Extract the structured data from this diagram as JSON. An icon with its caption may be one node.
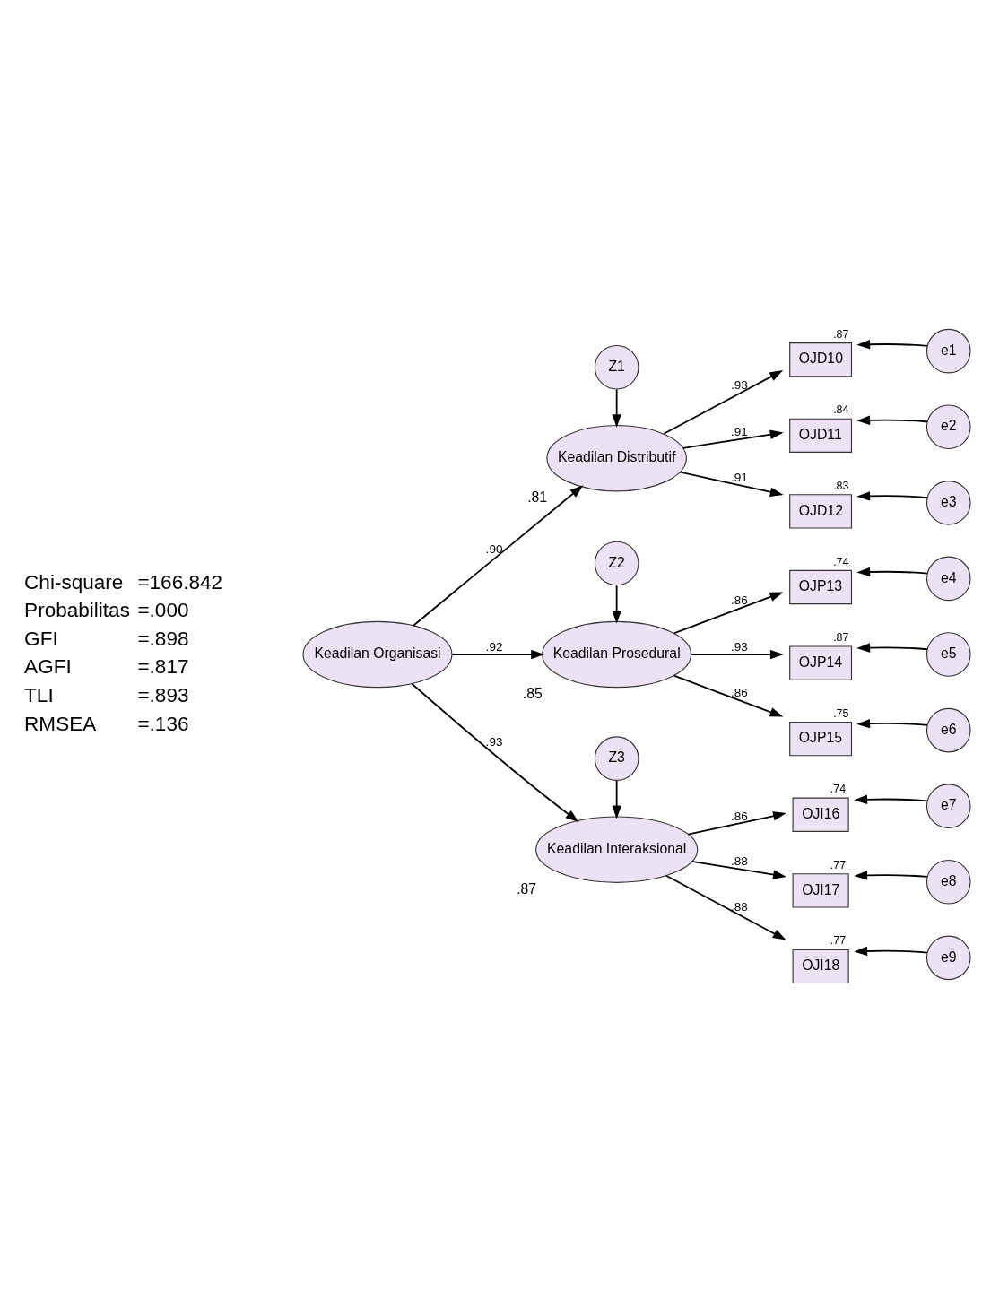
{
  "diagram": {
    "nodes": [
      {
        "text": [
          "Z1"
        ]
      },
      {
        "text": [
          "Keadilan Distributif"
        ],
        "beside": [
          ".81"
        ]
      },
      {
        "text": [
          "OJD10"
        ],
        "beside": [
          ".87"
        ]
      },
      {
        "text": [
          "e1"
        ]
      },
      {
        "text": [
          "OJD11"
        ],
        "beside": [
          ".84"
        ]
      },
      {
        "text": [
          "e2"
        ]
      },
      {
        "text": [
          "OJD12"
        ],
        "beside": [
          ".83"
        ]
      },
      {
        "text": [
          "e3"
        ]
      },
      {
        "text": [
          "Z2"
        ]
      },
      {
        "text": [
          "Keadilan Prosedural"
        ],
        "beside": [
          ".85"
        ]
      },
      {
        "text": [
          "OJP13"
        ],
        "beside": [
          ".74"
        ]
      },
      {
        "text": [
          "e4"
        ]
      },
      {
        "text": [
          "OJP14"
        ],
        "beside": [
          ".87"
        ]
      },
      {
        "text": [
          "e5"
        ]
      },
      {
        "text": [
          "OJP15"
        ],
        "beside": [
          ".75"
        ]
      },
      {
        "text": [
          "e6"
        ]
      },
      {
        "text": [
          "Keadilan Organisasi"
        ]
      },
      {
        "text": [
          "Z3"
        ]
      },
      {
        "text": [
          "Keadilan Interaksional"
        ],
        "beside": [
          ".87"
        ]
      },
      {
        "text": [
          "OJI16"
        ],
        "beside": [
          ".74"
        ]
      },
      {
        "text": [
          "e7"
        ]
      },
      {
        "text": [
          "OJI17"
        ],
        "beside": [
          ".77"
        ]
      },
      {
        "text": [
          "e8"
        ]
      },
      {
        "text": [
          "OJI18"
        ],
        "beside": [
          ".77"
        ]
      },
      {
        "text": [
          "e9"
        ]
      }
    ],
    "edges": [
      {
        "from": 0,
        "to": 1,
        "arrow": "to"
      },
      {
        "from": 1,
        "to": 2,
        "label": ".93",
        "arrow": "to"
      },
      {
        "from": 1,
        "to": 4,
        "label": ".91",
        "arrow": "to"
      },
      {
        "from": 1,
        "to": 6,
        "label": ".91",
        "arrow": "to"
      },
      {
        "from": 3,
        "to": 2,
        "arrow": "to"
      },
      {
        "from": 5,
        "to": 4,
        "arrow": "to"
      },
      {
        "from": 7,
        "to": 6,
        "arrow": "to"
      },
      {
        "from": 16,
        "to": 1,
        "label": ".90",
        "arrow": "to"
      },
      {
        "from": 8,
        "to": 9,
        "arrow": "to"
      },
      {
        "from": 9,
        "to": 10,
        "label": ".86",
        "arrow": "to"
      },
      {
        "from": 9,
        "to": 12,
        "label": ".93",
        "arrow": "to"
      },
      {
        "from": 9,
        "to": 14,
        "label": ".86",
        "arrow": "to"
      },
      {
        "from": 11,
        "to": 10,
        "arrow": "to"
      },
      {
        "from": 13,
        "to": 12,
        "arrow": "to"
      },
      {
        "from": 15,
        "to": 14,
        "arrow": "to"
      },
      {
        "from": 16,
        "to": 9,
        "label": ".92",
        "arrow": "to"
      },
      {
        "from": 16,
        "to": 18,
        "label": ".93",
        "arrow": "to"
      },
      {
        "from": 17,
        "to": 18,
        "arrow": "to"
      },
      {
        "from": 18,
        "to": 19,
        "label": ".86",
        "arrow": "to"
      },
      {
        "from": 18,
        "to": 21,
        "label": ".88",
        "arrow": "to"
      },
      {
        "from": 18,
        "to": 23,
        "label": ".88",
        "arrow": "to"
      },
      {
        "from": 20,
        "to": 19,
        "arrow": "to"
      },
      {
        "from": 22,
        "to": 21,
        "arrow": "to"
      },
      {
        "from": 24,
        "to": 23,
        "arrow": "to"
      }
    ],
    "labels": [
      "Chi-square",
      "=166.842",
      "Probabilitas",
      "=.000",
      "GFI",
      "=.898",
      "AGFI",
      "=.817",
      "TLI",
      "=.893",
      "RMSEA",
      "=.136"
    ]
  }
}
